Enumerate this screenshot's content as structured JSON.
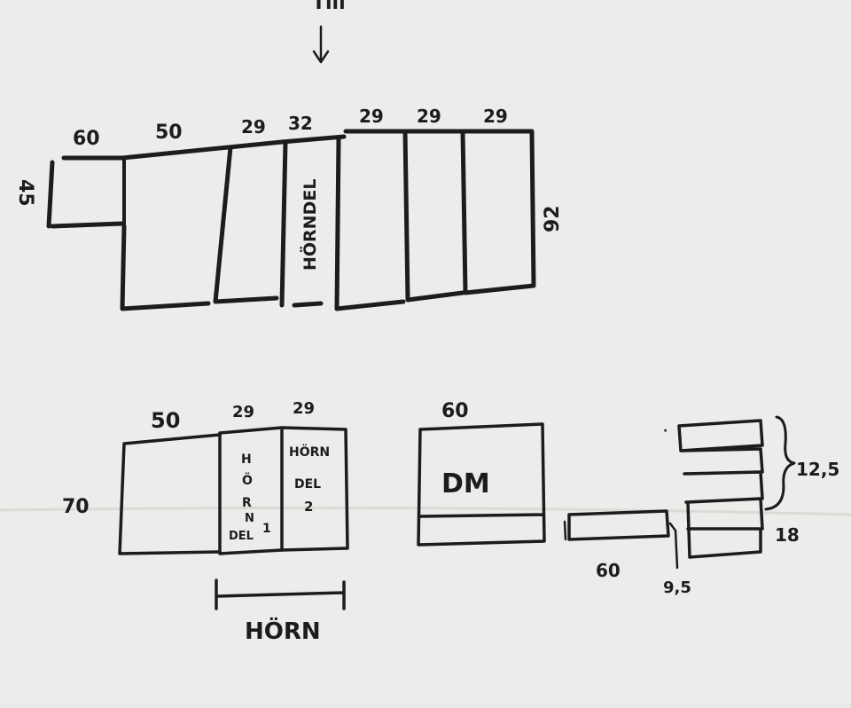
{
  "colors": {
    "paper": "#ececea",
    "ink": "#1c1c1c"
  },
  "top_row": {
    "arrow_label": "Till",
    "widths": {
      "w60": "60",
      "w50": "50",
      "w29a": "29",
      "w32": "32",
      "w29b": "29",
      "w29c": "29",
      "w29d": "29"
    },
    "small_box_height": "45",
    "main_height": "92",
    "corner_label": "HÖRNDEL"
  },
  "bottom_row": {
    "w50": "50",
    "w29a": "29",
    "w29b": "29",
    "height70": "70",
    "corner_part1_letters": [
      "H",
      "Ö",
      "R",
      "N"
    ],
    "corner_part1_tail": "DEL",
    "corner_part1_num": "1",
    "corner_part2_line1": "HÖRN",
    "corner_part2_line2": "DEL",
    "corner_part2_line3": "2",
    "horn_label": "HÖRN",
    "dm_width": "60",
    "dm_label": "DM",
    "shelf_width": "60",
    "shelf_height": "9,5",
    "drawer_height": "12,5",
    "bottom_drawer_height": "18"
  }
}
